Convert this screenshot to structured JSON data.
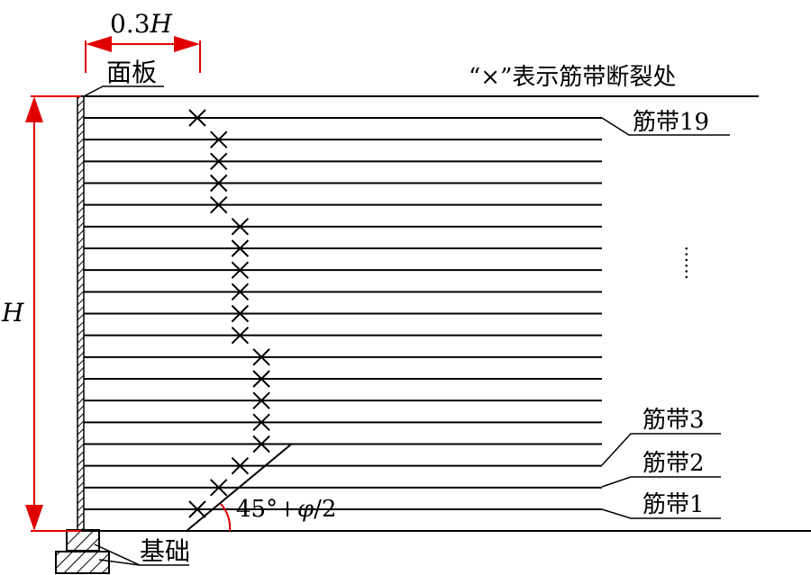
{
  "title_note": "“×”表示筋带断裂处",
  "labels": {
    "panel": "面板",
    "foundation": "基础",
    "height": "H",
    "width_prefix": "0.3",
    "width_var": "H",
    "angle_prefix": "45°+",
    "angle_var": "φ",
    "angle_suffix": "/2",
    "strip19": "筋带19",
    "strip3": "筋带3",
    "strip2": "筋带2",
    "strip1": "筋带1",
    "ellipsis": "······"
  },
  "strip_count": 19,
  "break_offsets": [
    0,
    1,
    1,
    1,
    1,
    2,
    2,
    2,
    2,
    2,
    2,
    3,
    3,
    3,
    3,
    3,
    2,
    1,
    0
  ],
  "colors": {
    "dimension": "#e00000",
    "line": "#000000"
  }
}
